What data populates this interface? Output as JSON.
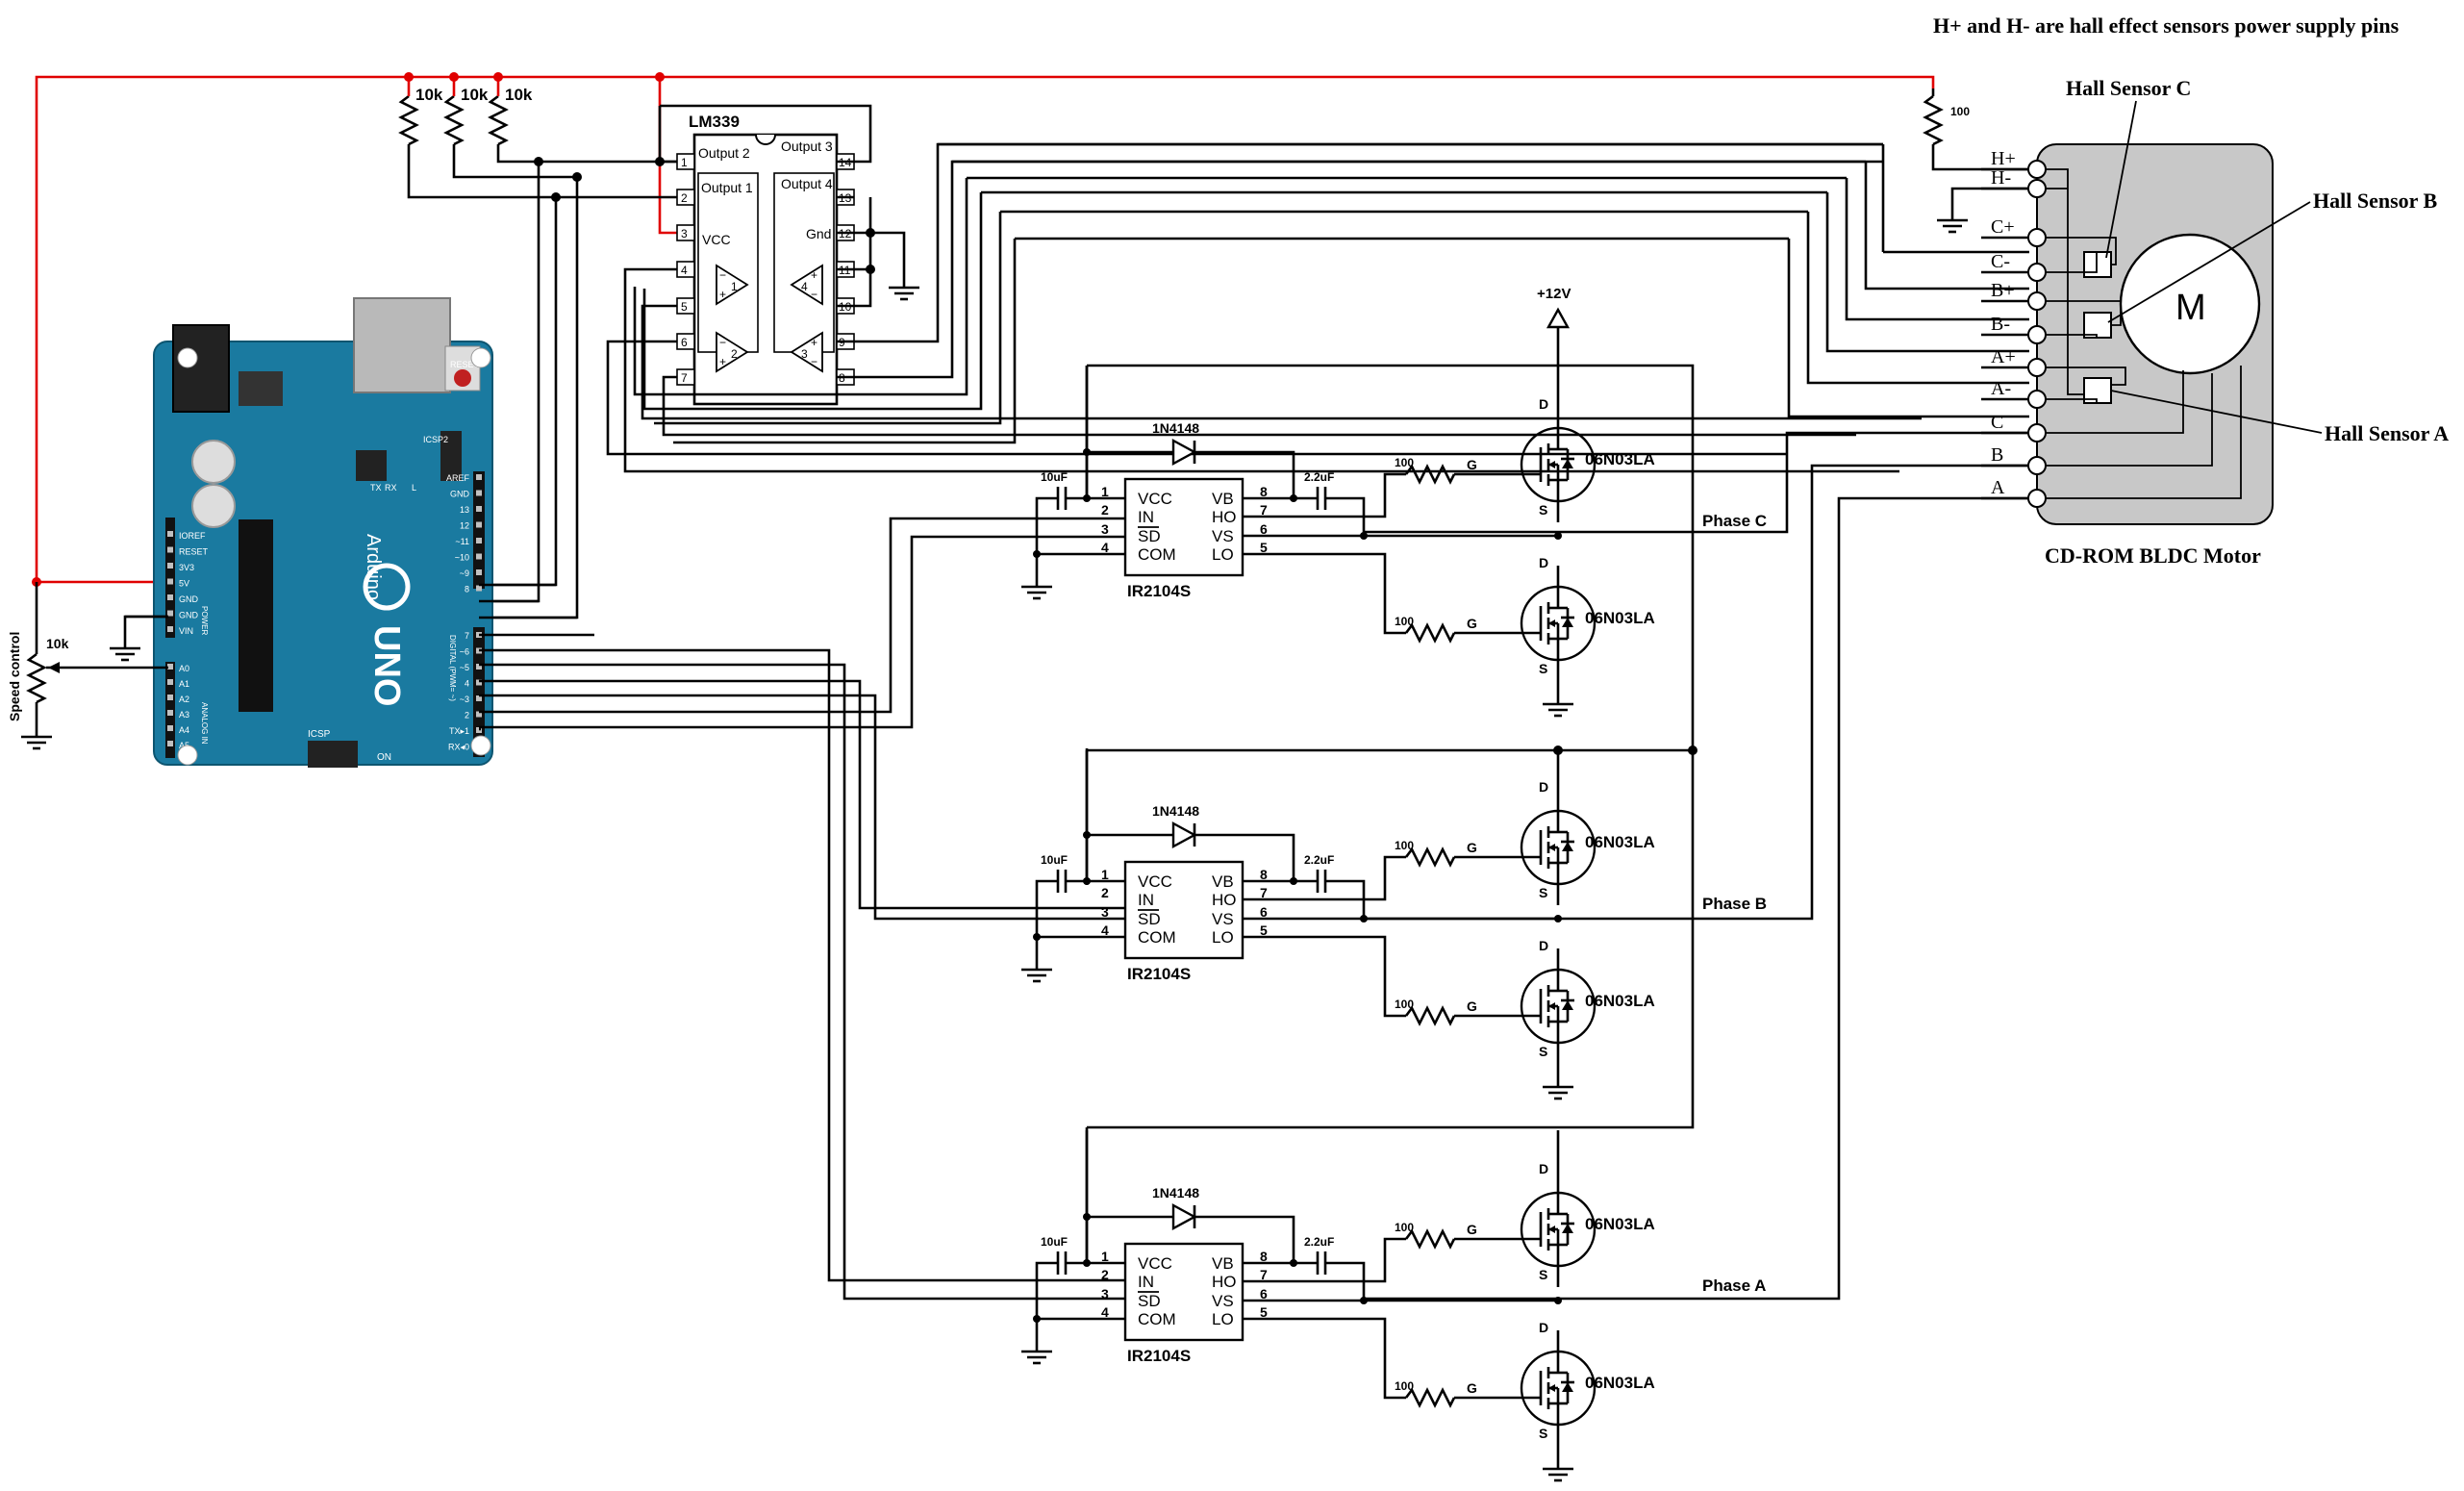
{
  "diagram": {
    "note": "H+ and H- are hall effect sensors power supply pins",
    "comparator": {
      "part": "LM339",
      "labels": [
        "Output 2",
        "Output 1",
        "VCC",
        "Output 3",
        "Output 4",
        "Gnd"
      ],
      "left_pins": [
        "1",
        "2",
        "3",
        "4",
        "5",
        "6",
        "7"
      ],
      "right_pins": [
        "14",
        "13",
        "12",
        "11",
        "10",
        "9",
        "8"
      ],
      "unit_numbers": [
        "1",
        "2",
        "3",
        "4"
      ]
    },
    "pullups": [
      "10k",
      "10k",
      "10k"
    ],
    "hall_resistor": "100",
    "motor": {
      "label": "CD-ROM BLDC Motor",
      "symbol": "M",
      "pins": [
        "H+",
        "H-",
        "C+",
        "C-",
        "B+",
        "B-",
        "A+",
        "A-",
        "C",
        "B",
        "A"
      ],
      "sensors": [
        "Hall Sensor C",
        "Hall Sensor B",
        "Hall Sensor A"
      ]
    },
    "supply": "+12V",
    "pot": {
      "value": "10k",
      "label": "Speed control"
    },
    "arduino": {
      "brand": "Arduino",
      "model": "UNO",
      "left_header": [
        "IOREF",
        "RESET",
        "3V3",
        "5V",
        "GND",
        "GND",
        "VIN"
      ],
      "analog_header": [
        "A0",
        "A1",
        "A2",
        "A3",
        "A4",
        "A5"
      ],
      "digital_top": [
        "AREF",
        "GND",
        "13",
        "12",
        "~11",
        "~10",
        "~9",
        "8"
      ],
      "digital_bottom": [
        "7",
        "~6",
        "~5",
        "4",
        "~3",
        "2",
        "TX▸1",
        "RX◂0"
      ],
      "misc": [
        "ICSP",
        "ICSP2",
        "ON",
        "RESET",
        "POWER",
        "ANALOG IN",
        "DIGITAL (PWM= ~)",
        "TX",
        "RX",
        "L"
      ]
    },
    "driver_stage": {
      "driver_part": "IR2104S",
      "driver_pins_left": [
        "VCC",
        "IN",
        "SD",
        "COM"
      ],
      "driver_pins_right": [
        "VB",
        "HO",
        "VS",
        "LO"
      ],
      "pin_numbers_left": [
        "1",
        "2",
        "3",
        "4"
      ],
      "pin_numbers_right": [
        "8",
        "7",
        "6",
        "5"
      ],
      "diode": "1N4148",
      "cap_vcc": "10uF",
      "cap_boot": "2.2uF",
      "gate_resistor": "100",
      "mosfet": "06N03LA",
      "fet_pins": [
        "D",
        "G",
        "S"
      ],
      "phases": [
        "Phase C",
        "Phase B",
        "Phase A"
      ]
    }
  }
}
